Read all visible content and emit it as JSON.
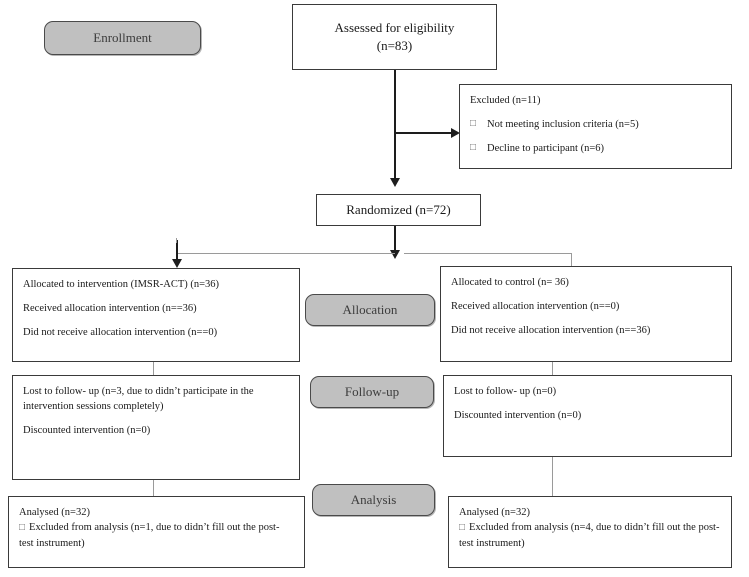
{
  "diagram": {
    "title": "CONSORT participant flow diagram",
    "colors": {
      "stage_fill": "#c0c0c0",
      "box_border": "#3a3a3a",
      "line_dark": "#1d1d1d",
      "line_light": "#9a9a9a",
      "text": "#1a1a1a"
    }
  },
  "stages": [
    {
      "id": "enrollment",
      "label": "Enrollment"
    },
    {
      "id": "allocation",
      "label": "Allocation"
    },
    {
      "id": "followup",
      "label": "Follow-up"
    },
    {
      "id": "analysis",
      "label": "Analysis"
    }
  ],
  "boxes": {
    "assessed": {
      "line1": "Assessed for eligibility",
      "line2": "(n=83)"
    },
    "excluded": {
      "heading": "Excluded (n=11)",
      "bullet_glyph": "□",
      "items": [
        "Not meeting inclusion criteria (n=5)",
        "Decline to participant (n=6)"
      ]
    },
    "randomized": {
      "label": "Randomized (n=72)"
    },
    "allocation_intervention": {
      "lines": [
        "Allocated to intervention (IMSR-ACT) (n=36)",
        "Received allocation intervention (n==36)",
        "Did not receive allocation intervention (n==0)"
      ]
    },
    "allocation_control": {
      "lines": [
        "Allocated to control (n= 36)",
        "Received allocation intervention (n==0)",
        "Did not receive allocation intervention (n==36)"
      ]
    },
    "followup_intervention": {
      "lines": [
        "Lost to follow- up (n=3, due to didn’t participate in the intervention sessions completely)",
        "Discounted intervention (n=0)"
      ]
    },
    "followup_control": {
      "lines": [
        "Lost to follow- up (n=0)",
        "Discounted intervention (n=0)"
      ]
    },
    "analysis_intervention": {
      "heading": "Analysed (n=32)",
      "bullet_glyph": "□",
      "excluded_text": "Excluded from analysis (n=1, due to didn’t fill out the post-test instrument)"
    },
    "analysis_control": {
      "heading": "Analysed (n=32)",
      "bullet_glyph": "□",
      "excluded_text": "Excluded from analysis (n=4, due to didn’t fill out the post-test instrument)"
    }
  }
}
